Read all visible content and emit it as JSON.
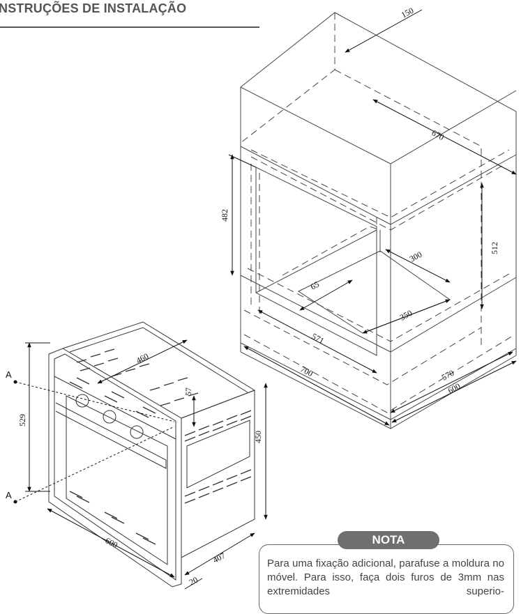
{
  "header": {
    "title": "NSTRUÇÕES DE INSTALAÇÃO"
  },
  "oven_dimensions": {
    "depth_top": "460",
    "height": "529",
    "offset_top": "57",
    "side_height": "450",
    "width": "600",
    "depth": "407",
    "frame": "20",
    "fix_point_label": "A"
  },
  "cabinet_dimensions": {
    "top_depth": "150",
    "top_width": "670",
    "left_height": "482",
    "right_height": "512",
    "shelf_width": "300",
    "shelf_depth": "350",
    "shelf_offset": "65",
    "inner_width": "571",
    "outer_width": "700",
    "inner_depth": "570",
    "outer_depth": "600"
  },
  "note": {
    "title": "NOTA",
    "text": "Para uma fixação adicional, parafuse a moldura no móvel. Para isso, faça dois furos de 3mm nas extremidades superio-"
  }
}
